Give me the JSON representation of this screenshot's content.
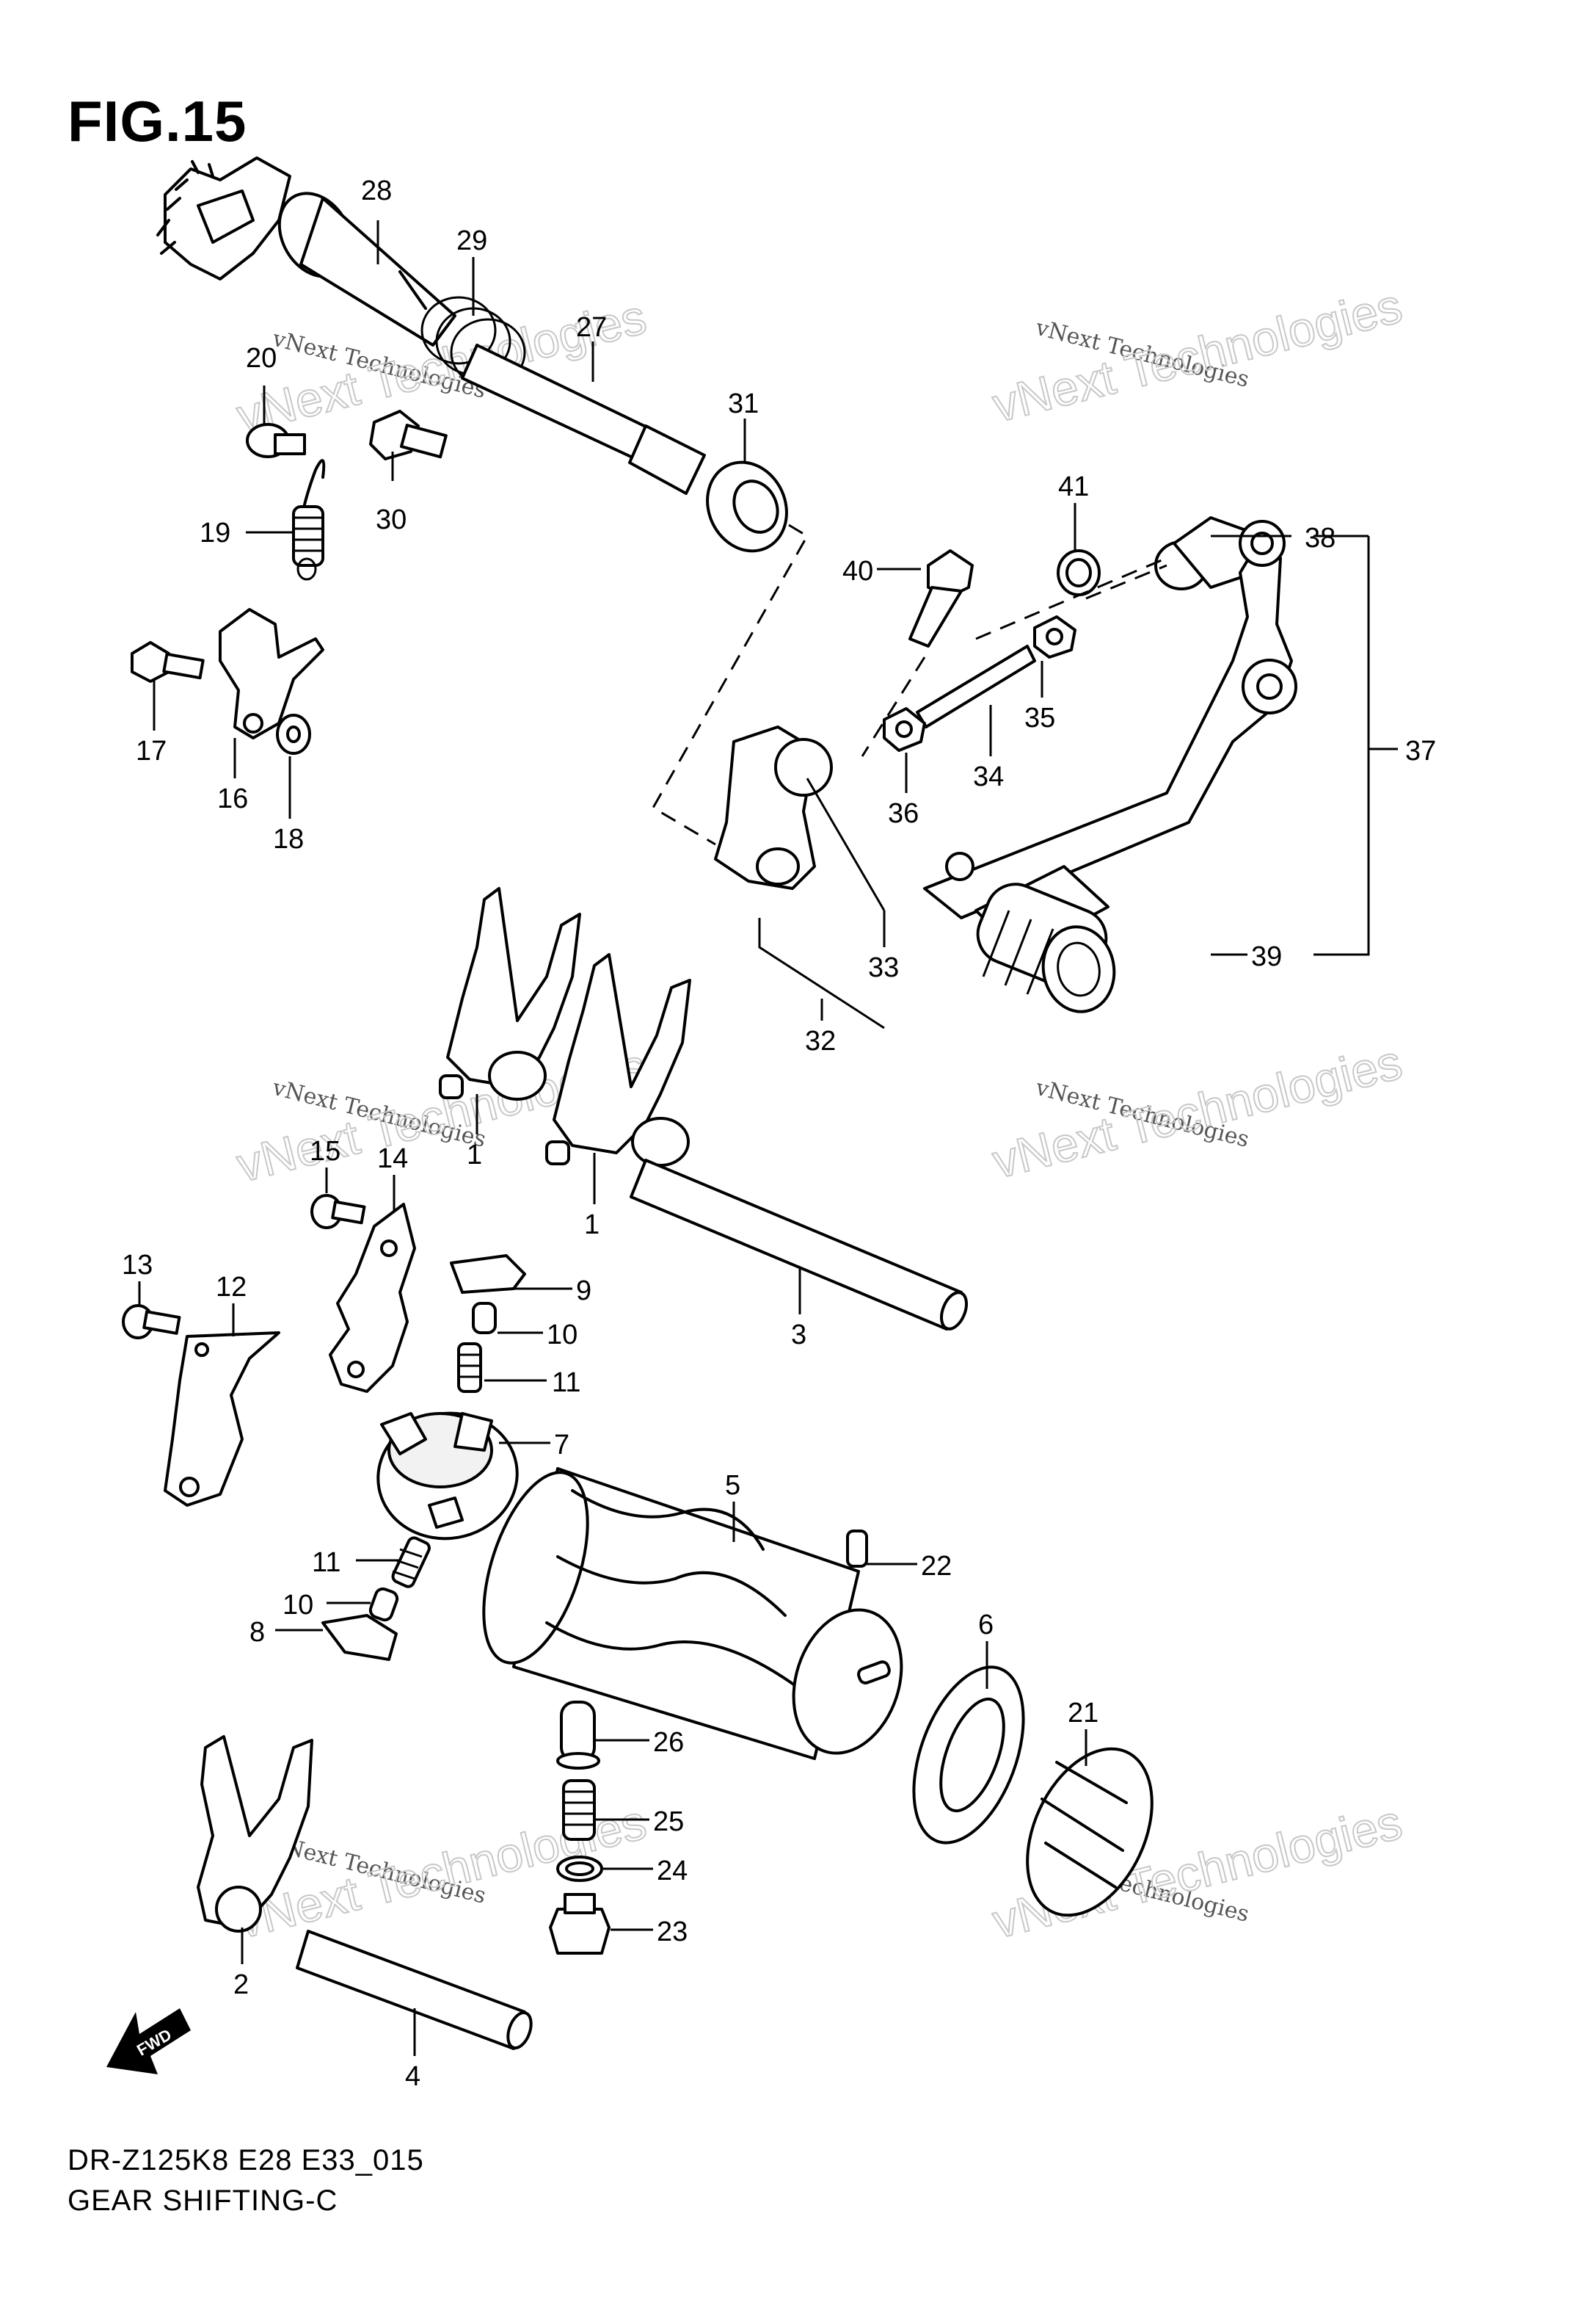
{
  "figure": {
    "title": "FIG.15",
    "model_code": "DR-Z125K8 E28 E33_015",
    "caption": "GEAR SHIFTING-C"
  },
  "watermark": {
    "line1": "vNext Technologies",
    "line2": "vNext Technologies"
  },
  "direction_label": "FWD",
  "callouts": {
    "c1a": "1",
    "c1b": "1",
    "c2": "2",
    "c3": "3",
    "c4": "4",
    "c5": "5",
    "c6": "6",
    "c7": "7",
    "c8": "8",
    "c9": "9",
    "c10a": "10",
    "c10b": "10",
    "c11a": "11",
    "c11b": "11",
    "c12": "12",
    "c13": "13",
    "c14": "14",
    "c15": "15",
    "c16": "16",
    "c17": "17",
    "c18": "18",
    "c19": "19",
    "c20": "20",
    "c21": "21",
    "c22": "22",
    "c23": "23",
    "c24": "24",
    "c25": "25",
    "c26": "26",
    "c27": "27",
    "c28": "28",
    "c29": "29",
    "c30": "30",
    "c31": "31",
    "c32": "32",
    "c33": "33",
    "c34": "34",
    "c35": "35",
    "c36": "36",
    "c37": "37",
    "c38": "38",
    "c39": "39",
    "c40": "40",
    "c41": "41"
  }
}
